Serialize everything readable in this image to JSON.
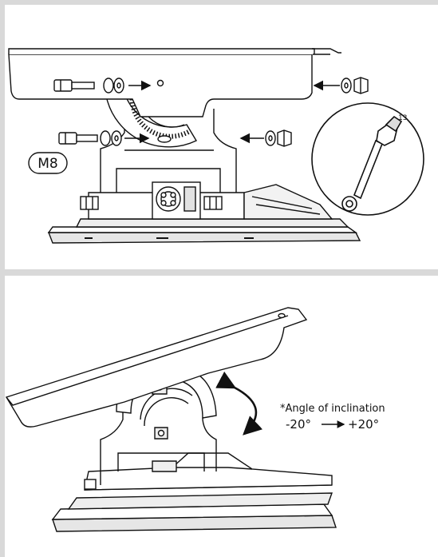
{
  "top_panel": {
    "bolt_size_label": "M8",
    "wrench_size_label": "13"
  },
  "bottom_panel": {
    "angle_caption": "*Angle of inclination",
    "angle_min": "-20°",
    "angle_max": "+20°"
  },
  "colors": {
    "background": "#d9d9d9",
    "panel": "#ffffff",
    "line": "#111111",
    "gray": "#8a8a8a",
    "light_gray": "#d4d4d4"
  }
}
